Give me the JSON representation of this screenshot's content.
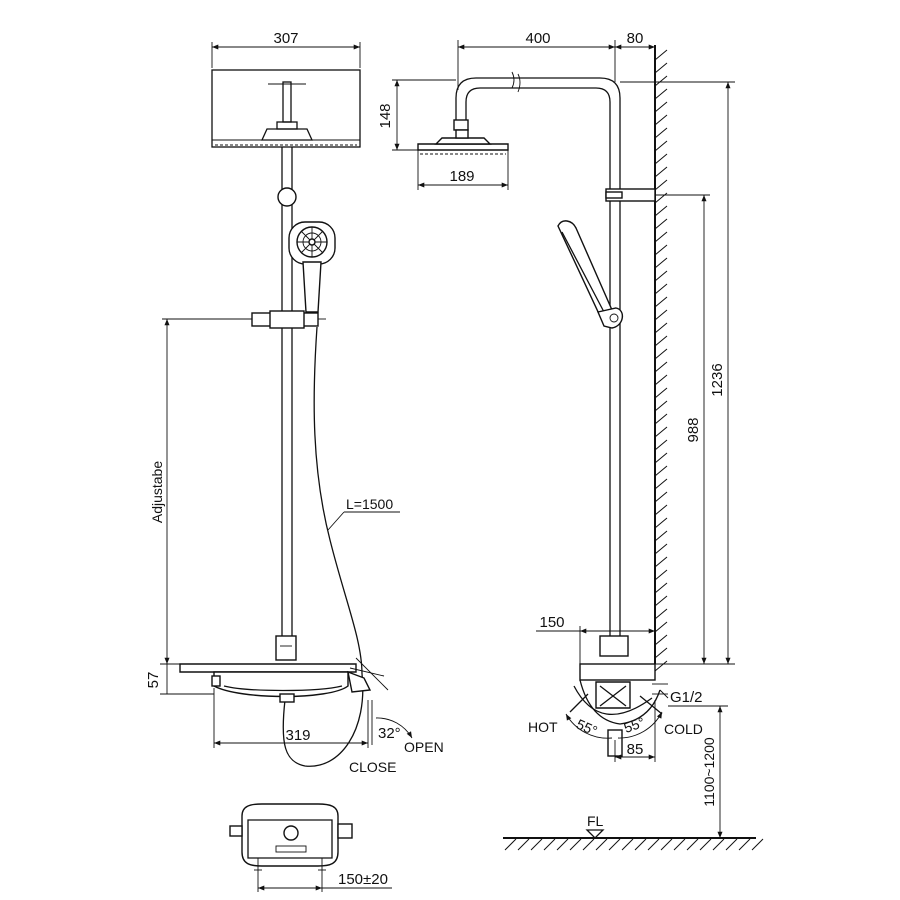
{
  "dimensions": {
    "head_width": "307",
    "arm_length": "400",
    "wall_offset": "80",
    "head_height": "148",
    "head_diameter": "189",
    "total_height": "1236",
    "slide_height": "988",
    "mixer_depth": "150",
    "mixer_height": "57",
    "mixer_width": "319",
    "handle_angle": "32°",
    "hot_angle": "55°",
    "cold_angle": "55°",
    "inlet_offset": "85",
    "inlet_thread": "G1/2",
    "install_height": "1100~1200",
    "hose_length": "L=1500",
    "inlet_spacing": "150±20"
  },
  "labels": {
    "adjustable": "Adjustabe",
    "open": "OPEN",
    "close": "CLOSE",
    "hot": "HOT",
    "cold": "COLD",
    "floor": "FL"
  }
}
